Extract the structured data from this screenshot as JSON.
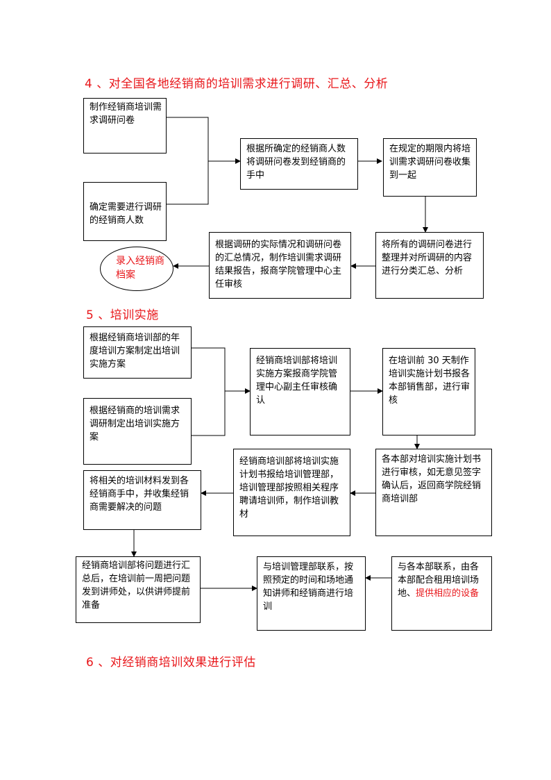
{
  "sections": {
    "s4": {
      "title": "4 、对全国各地经销商的培训需求进行调研、汇总、分析"
    },
    "s5": {
      "title": "5 、培训实施"
    },
    "s6": {
      "title": "6 、对经销商培训效果进行评估"
    }
  },
  "flow4": {
    "make_survey": "制作经销商培训需求调研问卷",
    "determine_count": "确定需要进行调研的经销商人数",
    "distribute": "根据所确定的经销商人数将调研问卷发到经销商的手中",
    "collect": "在规定的期限内将培训需求调研问卷收集到一起",
    "summarize": "将所有的调研问卷进行整理并对所调研的内容进行分类汇总、分析",
    "report": "根据调研的实际情况和调研问卷的汇总情况，制作培训需求调研结果报告，报商学院管理中心主任审核",
    "archive": "录入经销商档案"
  },
  "flow5": {
    "annual_plan": "根据经销商培训部的年度培训方案制定出培训实施方案",
    "survey_plan": "根据经销商的培训需求调研制定出培训实施方案",
    "submit_review": "经销商培训部将培训实施方案报商学院管理中心副主任审核确认",
    "dept_plan": "在培训前 30 天制作培训实施计划书报各本部销售部，进行审核",
    "dept_review": "各本部对培训实施计划书进行审核，如无意见签字确认后，返回商学院经销商培训部",
    "hire_trainer": "经销商培训部将培训实施计划书报给培训管理部，培训管理部按照相关程序聘请培训师，制作培训教材",
    "send_materials": "将相关的培训材料发到各经销商手中，并收集经销商需要解决的问题",
    "forward_questions": "经销商培训部将问题进行汇总后，在培训前一周把问题发到讲师处，以供讲师提前准备",
    "notify": "与培训管理部联系，按照预定的时间和场地通知讲师和经销商进行培训",
    "venue_prefix": "与各本部联系，由各本部配合租用培训场地、",
    "venue_red": "提供相应的设备"
  },
  "colors": {
    "heading": "#e8161a",
    "line": "#000000"
  }
}
